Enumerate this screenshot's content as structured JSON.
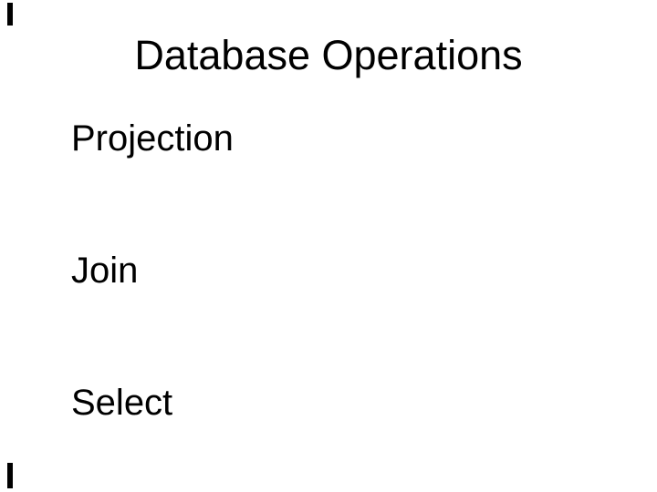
{
  "slide": {
    "title": "Database Operations",
    "items": [
      "Projection",
      "Join",
      "Select"
    ]
  },
  "colors": {
    "background": "#FFFFFF",
    "text": "#000000"
  }
}
